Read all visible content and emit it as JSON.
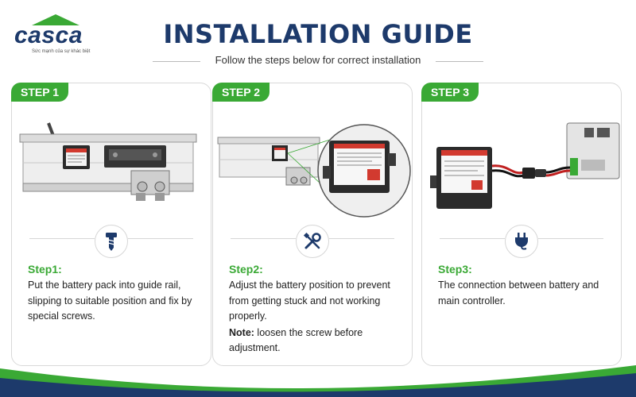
{
  "brand": {
    "name": "casca",
    "tagline": "Sức mạnh của sự khác biệt",
    "colors": {
      "navy": "#1d3a6b",
      "green": "#3aa935"
    }
  },
  "header": {
    "title": "INSTALLATION GUIDE",
    "subtitle": "Follow the steps below for correct installation"
  },
  "steps": [
    {
      "tab": "STEP 1",
      "icon": "screw-icon",
      "heading": "Step1:",
      "body": "Put the battery pack into guide rail, slipping to suitable position and fix by special screws."
    },
    {
      "tab": "STEP 2",
      "icon": "tools-icon",
      "heading": "Step2:",
      "body": "Adjust the battery position to prevent from getting stuck and not working properly.",
      "note_label": "Note:",
      "note_text": " loosen the screw before adjustment."
    },
    {
      "tab": "STEP 3",
      "icon": "plug-icon",
      "heading": "Step3:",
      "body": "The connection between battery and main controller."
    }
  ]
}
